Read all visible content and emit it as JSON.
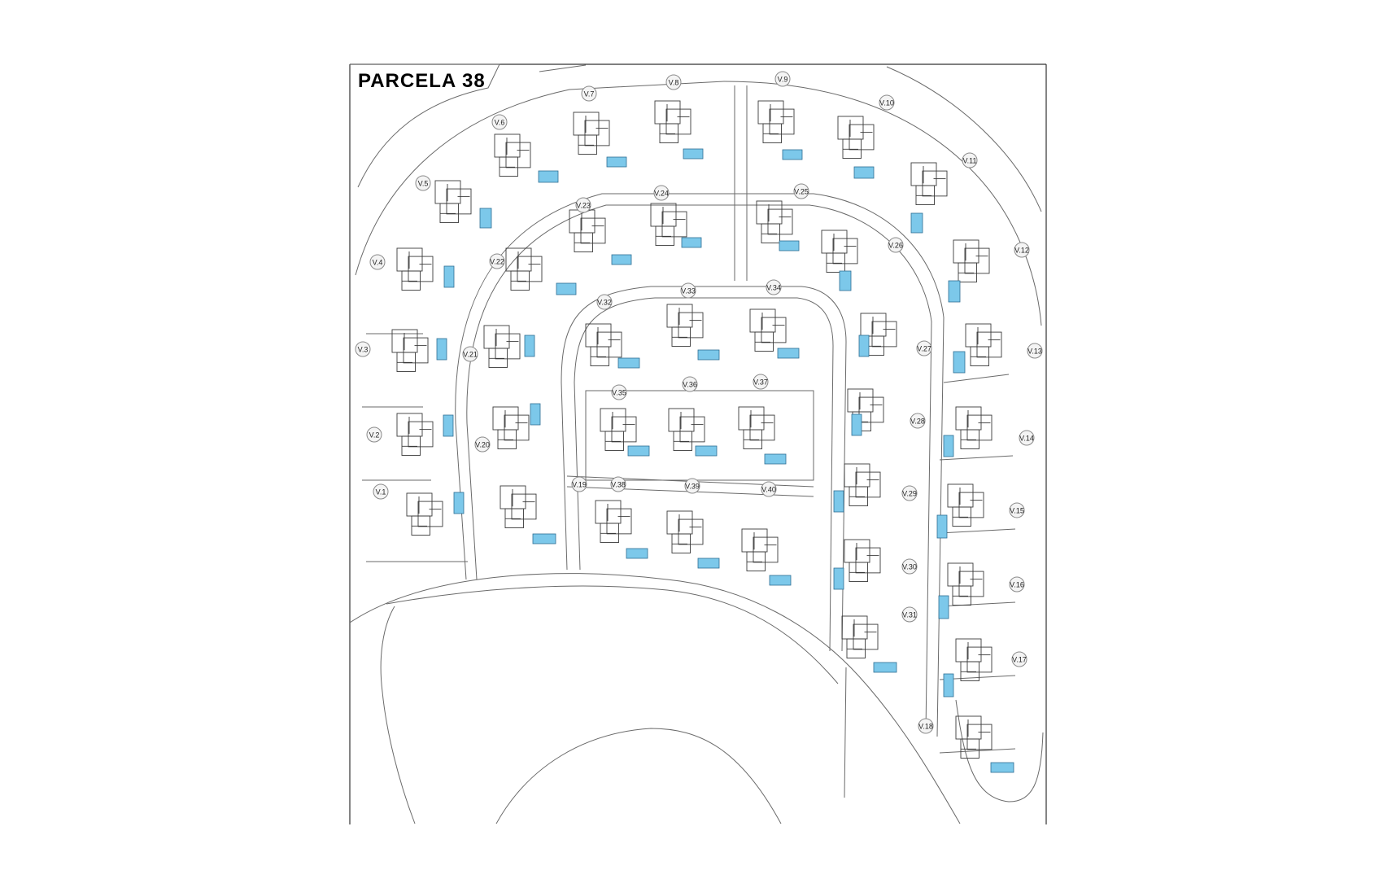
{
  "title": "PARCELA 38",
  "colors": {
    "line": "#6a6a6a",
    "house": "#3a3a3a",
    "pool": "#7cc8ea",
    "label_ring": "#8a8a8a"
  },
  "plots": [
    {
      "id": "v1",
      "label": "V.1"
    },
    {
      "id": "v2",
      "label": "V.2"
    },
    {
      "id": "v3",
      "label": "V.3"
    },
    {
      "id": "v4",
      "label": "V.4"
    },
    {
      "id": "v5",
      "label": "V.5"
    },
    {
      "id": "v6",
      "label": "V.6"
    },
    {
      "id": "v7",
      "label": "V.7"
    },
    {
      "id": "v8",
      "label": "V.8"
    },
    {
      "id": "v9",
      "label": "V.9"
    },
    {
      "id": "v10",
      "label": "V.10"
    },
    {
      "id": "v11",
      "label": "V.11"
    },
    {
      "id": "v12",
      "label": "V.12"
    },
    {
      "id": "v13",
      "label": "V.13"
    },
    {
      "id": "v14",
      "label": "V.14"
    },
    {
      "id": "v15",
      "label": "V.15"
    },
    {
      "id": "v16",
      "label": "V.16"
    },
    {
      "id": "v17",
      "label": "V.17"
    },
    {
      "id": "v18",
      "label": "V.18"
    },
    {
      "id": "v19",
      "label": "V.19"
    },
    {
      "id": "v20",
      "label": "V.20"
    },
    {
      "id": "v21",
      "label": "V.21"
    },
    {
      "id": "v22",
      "label": "V.22"
    },
    {
      "id": "v23",
      "label": "V.23"
    },
    {
      "id": "v24",
      "label": "V.24"
    },
    {
      "id": "v25",
      "label": "V.25"
    },
    {
      "id": "v26",
      "label": "V.26"
    },
    {
      "id": "v27",
      "label": "V.27"
    },
    {
      "id": "v28",
      "label": "V.28"
    },
    {
      "id": "v29",
      "label": "V.29"
    },
    {
      "id": "v30",
      "label": "V.30"
    },
    {
      "id": "v31",
      "label": "V.31"
    },
    {
      "id": "v32",
      "label": "V.32"
    },
    {
      "id": "v33",
      "label": "V.33"
    },
    {
      "id": "v34",
      "label": "V.34"
    },
    {
      "id": "v35",
      "label": "V.35"
    },
    {
      "id": "v36",
      "label": "V.36"
    },
    {
      "id": "v37",
      "label": "V.37"
    },
    {
      "id": "v38",
      "label": "V.38"
    },
    {
      "id": "v39",
      "label": "V.39"
    },
    {
      "id": "v40",
      "label": "V.40"
    }
  ]
}
